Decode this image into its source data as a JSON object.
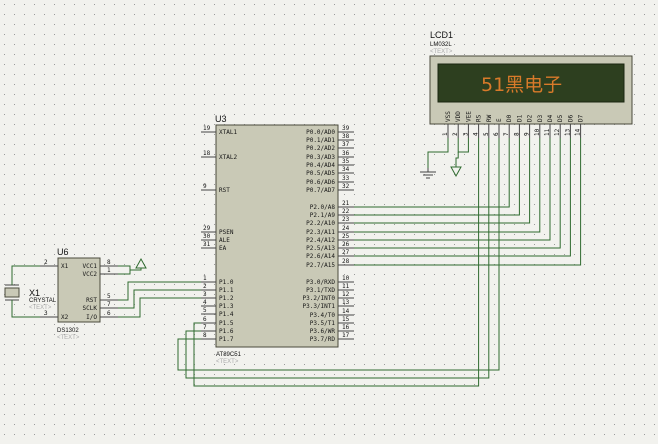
{
  "lcd": {
    "ref": "LCD1",
    "part": "LM032L",
    "text_placeholder": "<TEXT>",
    "display": "51黑电子",
    "pins": [
      "VSS",
      "VDD",
      "VEE",
      "RS",
      "RW",
      "E",
      "D0",
      "D1",
      "D2",
      "D3",
      "D4",
      "D5",
      "D6",
      "D7"
    ],
    "pin_numbers": [
      "1",
      "2",
      "3",
      "4",
      "5",
      "6",
      "7",
      "8",
      "9",
      "10",
      "11",
      "12",
      "13",
      "14"
    ]
  },
  "mcu": {
    "ref": "U3",
    "part": "AT89C51",
    "text_placeholder": "<TEXT>",
    "left_pins": [
      {
        "num": "19",
        "name": "XTAL1"
      },
      {
        "num": "18",
        "name": "XTAL2"
      },
      {
        "num": "9",
        "name": "RST"
      },
      {
        "num": "29",
        "name": "PSEN"
      },
      {
        "num": "30",
        "name": "ALE"
      },
      {
        "num": "31",
        "name": "EA"
      },
      {
        "num": "1",
        "name": "P1.0"
      },
      {
        "num": "2",
        "name": "P1.1"
      },
      {
        "num": "3",
        "name": "P1.2"
      },
      {
        "num": "4",
        "name": "P1.3"
      },
      {
        "num": "5",
        "name": "P1.4"
      },
      {
        "num": "6",
        "name": "P1.5"
      },
      {
        "num": "7",
        "name": "P1.6"
      },
      {
        "num": "8",
        "name": "P1.7"
      }
    ],
    "right_pins": [
      {
        "num": "39",
        "name": "P0.0/AD0"
      },
      {
        "num": "38",
        "name": "P0.1/AD1"
      },
      {
        "num": "37",
        "name": "P0.2/AD2"
      },
      {
        "num": "36",
        "name": "P0.3/AD3"
      },
      {
        "num": "35",
        "name": "P0.4/AD4"
      },
      {
        "num": "34",
        "name": "P0.5/AD5"
      },
      {
        "num": "33",
        "name": "P0.6/AD6"
      },
      {
        "num": "32",
        "name": "P0.7/AD7"
      },
      {
        "num": "21",
        "name": "P2.0/A8"
      },
      {
        "num": "22",
        "name": "P2.1/A9"
      },
      {
        "num": "23",
        "name": "P2.2/A10"
      },
      {
        "num": "24",
        "name": "P2.3/A11"
      },
      {
        "num": "25",
        "name": "P2.4/A12"
      },
      {
        "num": "26",
        "name": "P2.5/A13"
      },
      {
        "num": "27",
        "name": "P2.6/A14"
      },
      {
        "num": "28",
        "name": "P2.7/A15"
      },
      {
        "num": "10",
        "name": "P3.0/RXD"
      },
      {
        "num": "11",
        "name": "P3.1/TXD"
      },
      {
        "num": "12",
        "name": "P3.2/INT0"
      },
      {
        "num": "13",
        "name": "P3.3/INT1"
      },
      {
        "num": "14",
        "name": "P3.4/T0"
      },
      {
        "num": "15",
        "name": "P3.5/T1"
      },
      {
        "num": "16",
        "name": "P3.6/WR"
      },
      {
        "num": "17",
        "name": "P3.7/RD"
      }
    ]
  },
  "rtc": {
    "ref": "U6",
    "part": "DS1302",
    "text_placeholder": "<TEXT>",
    "pins": [
      {
        "num": "2",
        "name": "X1"
      },
      {
        "num": "3",
        "name": "X2"
      },
      {
        "num": "8",
        "name": "VCC1"
      },
      {
        "num": "1",
        "name": "VCC2"
      },
      {
        "num": "5",
        "name": "RST"
      },
      {
        "num": "7",
        "name": "SCLK"
      },
      {
        "num": "6",
        "name": "I/O"
      }
    ]
  },
  "crystal": {
    "ref": "X1",
    "part": "CRYSTAL",
    "text_placeholder": "<TEXT>"
  },
  "colors": {
    "background": "#f2f2ee",
    "grid_dot": "#9a9a9a",
    "chip_body": "#c9c9b6",
    "chip_border": "#4b4b3c",
    "wire": "#2f6b2f",
    "pin": "#444444",
    "lcd_bezel": "#c9c9b6",
    "lcd_screen": "#2d3f1f",
    "lcd_text": "#d87a2a"
  }
}
